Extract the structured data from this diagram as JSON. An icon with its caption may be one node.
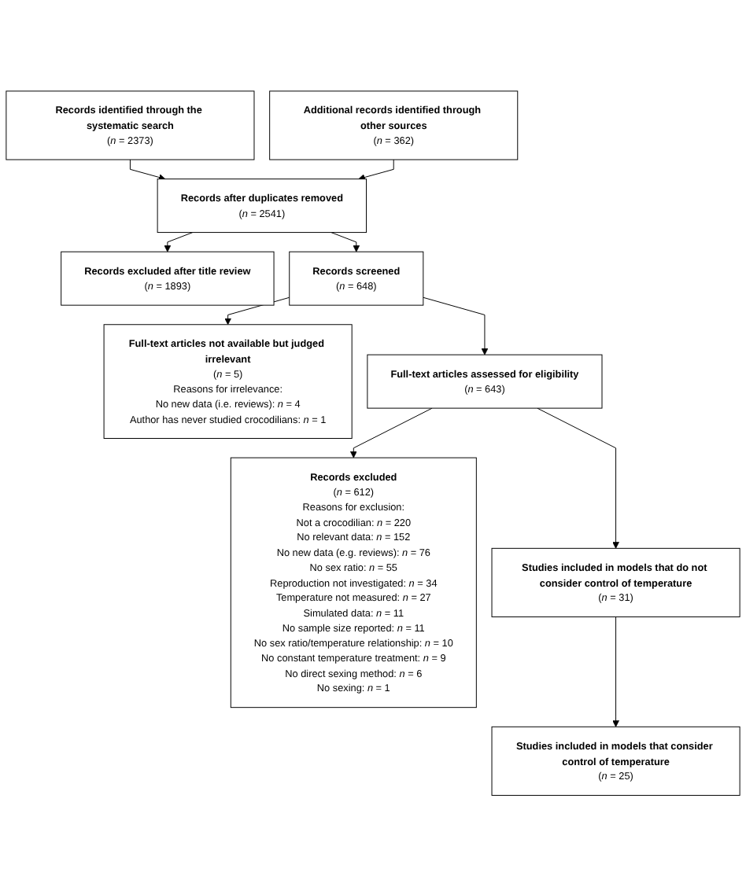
{
  "diagram": {
    "nodes": [
      {
        "text": [
          "Records identified through the systematic search",
          "(*n* = 2373)"
        ]
      },
      {
        "text": [
          "Additional records identified through other sources",
          "(*n* = 362)"
        ]
      },
      {
        "text": [
          "Records after duplicates removed",
          "(*n* = 2541)"
        ]
      },
      {
        "text": [
          "Records excluded after title review",
          "(*n* = 1893)"
        ]
      },
      {
        "text": [
          "Records screened",
          "(*n* = 648)"
        ]
      },
      {
        "text": [
          "Full-text articles not available but judged irrelevant",
          "(*n* = 5)",
          "Reasons for irrelevance:",
          "No new data (i.e. reviews): *n* = 4",
          "Author has never studied crocodilians: *n* = 1"
        ]
      },
      {
        "text": [
          "Full-text articles assessed for eligibility",
          "(*n* = 643)"
        ]
      },
      {
        "text": [
          "Records excluded",
          "(*n* = 612)",
          "Reasons for exclusion:",
          "Not a crocodilian: *n* = 220",
          "No relevant data: *n* = 152",
          "No new data (e.g. reviews): *n* = 76",
          "No sex ratio: *n* = 55",
          "Reproduction not investigated: *n* = 34",
          "Temperature not measured: *n* = 27",
          "Simulated data: *n* = 11",
          "No sample size reported: *n* = 11",
          "No sex ratio/temperature relationship: *n* = 10",
          "No constant temperature treatment: *n* = 9",
          "No direct sexing method: *n* = 6",
          "No sexing: *n* = 1"
        ]
      },
      {
        "text": [
          "Studies included in models that do not consider control of temperature",
          "(*n* = 31)"
        ]
      },
      {
        "text": [
          "Studies included in models that consider control of temperature",
          "(*n* = 25)"
        ]
      }
    ],
    "edges": [
      {
        "from": 0,
        "to": 2,
        "arrow": "to"
      },
      {
        "from": 1,
        "to": 2,
        "arrow": "to"
      },
      {
        "from": 2,
        "to": 3,
        "arrow": "to"
      },
      {
        "from": 2,
        "to": 4,
        "arrow": "to"
      },
      {
        "from": 4,
        "to": 5,
        "arrow": "to"
      },
      {
        "from": 4,
        "to": 6,
        "arrow": "to"
      },
      {
        "from": 6,
        "to": 7,
        "arrow": "to"
      },
      {
        "from": 6,
        "to": 8,
        "arrow": "to"
      },
      {
        "from": 8,
        "to": 9,
        "arrow": "to"
      }
    ]
  }
}
